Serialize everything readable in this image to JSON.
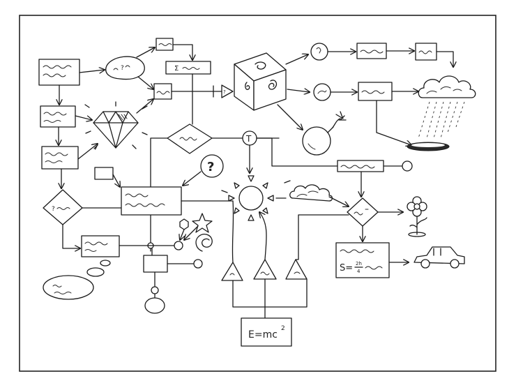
{
  "labels": {
    "question_mark": "?",
    "sigma_label": "Σ",
    "t_label": "T",
    "equation": "E=mc",
    "equation_exp": "2",
    "formula_s": "S=",
    "formula_num": "2h",
    "formula_den": "4",
    "hint_question": "?",
    "delta_label": "?",
    "node_question": "?",
    "diamond_left_q": "?"
  },
  "colors": {
    "ink": "#1a1a1a",
    "paper": "#ffffff",
    "frame": "#222222"
  }
}
